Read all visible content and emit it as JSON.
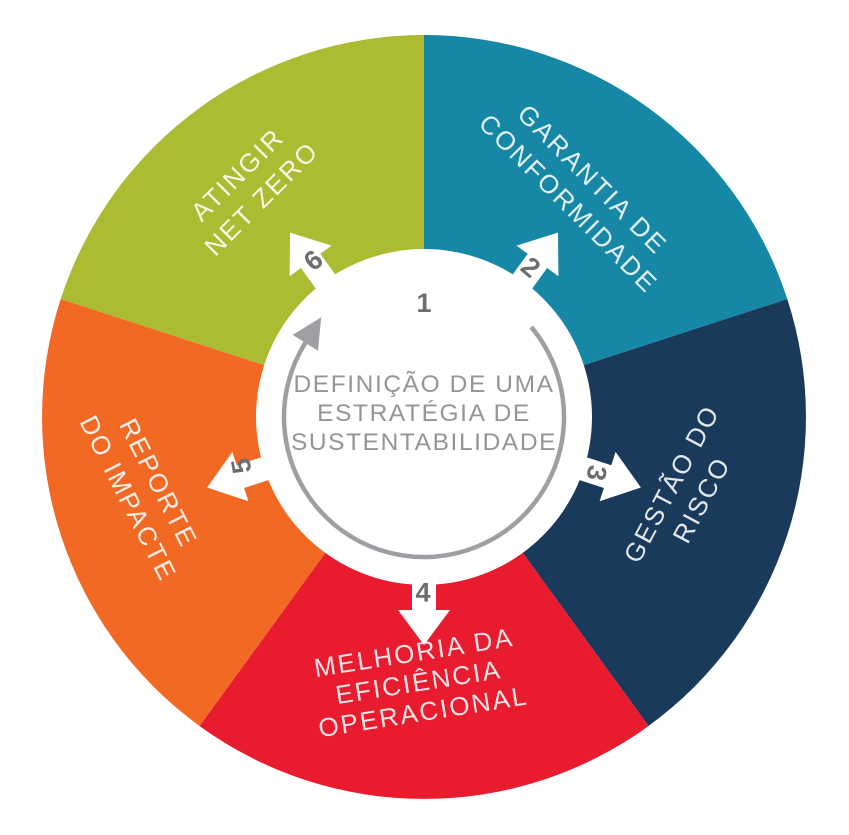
{
  "diagram": {
    "title_implicit": "Ciclo de sustentabilidade",
    "background_color": "#ffffff",
    "cycle_arrow_color": "#9d9fa2",
    "number_color": "#6d6e71",
    "center": {
      "step_number": "1",
      "lines": [
        "DEFINIÇÃO DE UMA",
        "ESTRATÉGIA DE",
        "SUSTENTABILIDADE"
      ],
      "text_color": "#939598"
    },
    "segments": [
      {
        "step_number": "2",
        "lines": [
          "GARANTIA DE",
          "CONFORMIDADE"
        ],
        "color": "#1787a6"
      },
      {
        "step_number": "3",
        "lines": [
          "GESTÃO DO",
          "RISCO"
        ],
        "color": "#1a3a5c"
      },
      {
        "step_number": "4",
        "lines": [
          "MELHORIA DA",
          "EFICIÊNCIA",
          "OPERACIONAL"
        ],
        "color": "#e81c2e"
      },
      {
        "step_number": "5",
        "lines": [
          "REPORTE",
          "DO IMPACTE"
        ],
        "color": "#f26924"
      },
      {
        "step_number": "6",
        "lines": [
          "ATINGIR",
          "NET ZERO"
        ],
        "color": "#abbc32"
      }
    ]
  }
}
